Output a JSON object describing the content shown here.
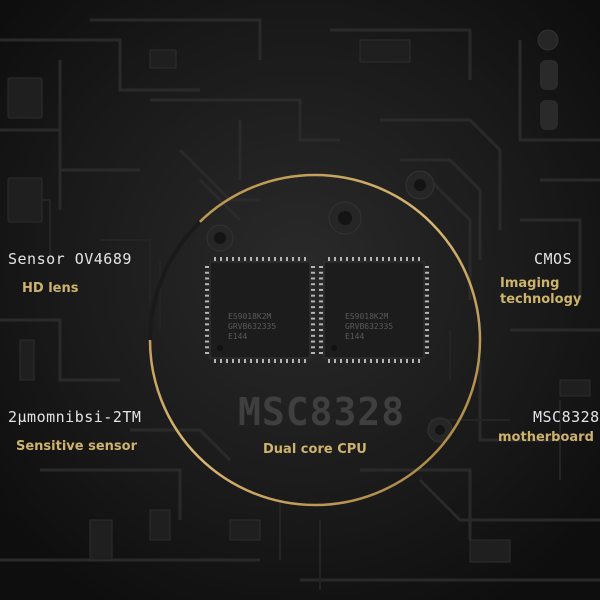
{
  "features": {
    "sensor": {
      "title": "Sensor  OV4689",
      "subtitle": "HD lens"
    },
    "cmos": {
      "title": "CMOS",
      "subtitle_line1": "Imaging",
      "subtitle_line2": "technology"
    },
    "pixel": {
      "title": "2µmomnibsi-2TM",
      "subtitle": "Sensitive sensor"
    },
    "board": {
      "title": "MSC8328",
      "subtitle": "motherboard"
    }
  },
  "center": {
    "title": "MSC8328",
    "subtitle": "Dual core CPU"
  },
  "chips": [
    {
      "line1": "ES9018K2M",
      "line2": "GRVB632335",
      "line3": "E144"
    },
    {
      "line1": "ES9018K2M",
      "line2": "GRVB632335",
      "line3": "E144"
    }
  ],
  "colors": {
    "background": "#151515",
    "accent": "#c9a55a",
    "label": "#e4e4e4",
    "sublabel": "#cdb36b"
  }
}
